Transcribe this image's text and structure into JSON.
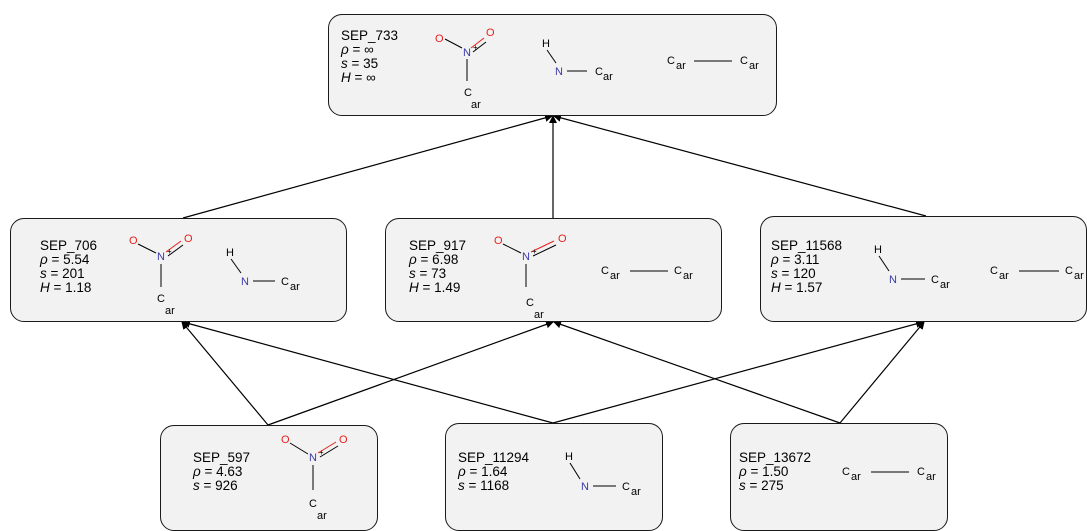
{
  "colors": {
    "oxygen": "#e8201e",
    "nitrogen": "#3b3ba8",
    "carbon": "#000000",
    "hydrogen": "#000000",
    "bond": "#000000",
    "node_fill": "#f2f2f2"
  },
  "fragments": {
    "nitro": {
      "O_left": "O",
      "O_right": "O",
      "N": "N",
      "plus": "+",
      "minus": "−",
      "C": "C",
      "C_sub": "ar"
    },
    "amine": {
      "H": "H",
      "N": "N",
      "C": "C",
      "C_sub": "ar"
    },
    "cc": {
      "C1": "C",
      "C1_sub": "ar",
      "C2": "C",
      "C2_sub": "ar"
    }
  },
  "nodes": [
    {
      "key": "sep733",
      "id": "SEP_733",
      "rho": "∞",
      "s": "35",
      "H": "∞"
    },
    {
      "key": "sep706",
      "id": "SEP_706",
      "rho": "5.54",
      "s": "201",
      "H": "1.18"
    },
    {
      "key": "sep917",
      "id": "SEP_917",
      "rho": "6.98",
      "s": "73",
      "H": "1.49"
    },
    {
      "key": "sep11568",
      "id": "SEP_11568",
      "rho": "3.11",
      "s": "120",
      "H": "1.57"
    },
    {
      "key": "sep597",
      "id": "SEP_597",
      "rho": "4.63",
      "s": "926"
    },
    {
      "key": "sep11294",
      "id": "SEP_11294",
      "rho": "1.64",
      "s": "1168"
    },
    {
      "key": "sep13672",
      "id": "SEP_13672",
      "rho": "1.50",
      "s": "275"
    }
  ],
  "stat_labels": {
    "rho": "ρ",
    "s": "s",
    "H": "H",
    "eq": " = "
  }
}
